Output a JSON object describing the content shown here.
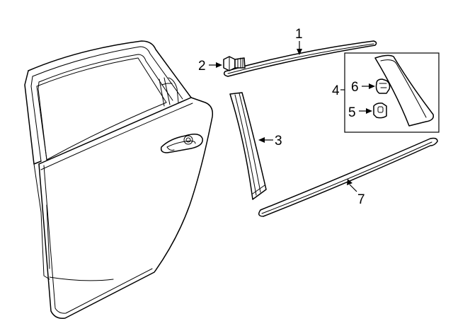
{
  "callouts": {
    "c1": "1",
    "c2": "2",
    "c3": "3",
    "c4": "4",
    "c5": "5",
    "c6": "6",
    "c7": "7"
  },
  "parts": [
    {
      "callout": "1",
      "name": "upper-window-molding"
    },
    {
      "callout": "2",
      "name": "bolt"
    },
    {
      "callout": "3",
      "name": "pillar-applique"
    },
    {
      "callout": "4",
      "name": "detail-inset"
    },
    {
      "callout": "5",
      "name": "clip-nut"
    },
    {
      "callout": "6",
      "name": "push-clip"
    },
    {
      "callout": "7",
      "name": "belt-molding"
    }
  ],
  "colors": {
    "line": "#000000",
    "background": "#ffffff"
  }
}
